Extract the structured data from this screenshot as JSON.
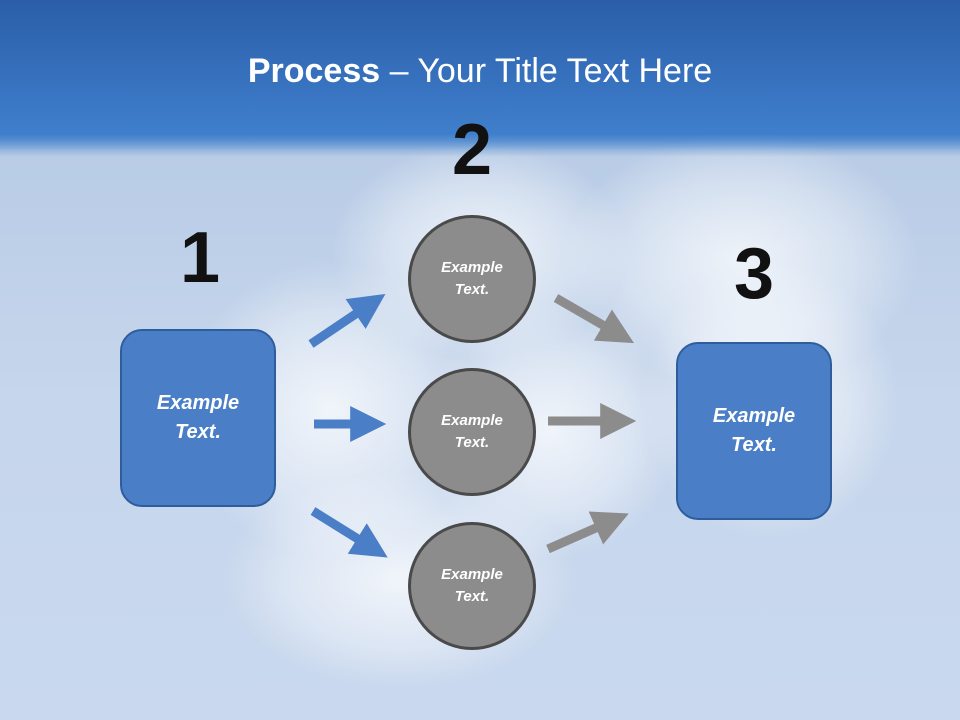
{
  "slide": {
    "title_bold": "Process",
    "title_rest": " – Your Title Text Here"
  },
  "steps": {
    "step1_number": "1",
    "step2_number": "2",
    "step3_number": "3"
  },
  "nodes": {
    "left_box": "Example Text.",
    "circle_top": "Example Text.",
    "circle_middle": "Example Text.",
    "circle_bottom": "Example Text.",
    "right_box": "Example Text."
  },
  "colors": {
    "box_fill": "#4a7fc8",
    "circle_fill": "#8c8c8c",
    "blue_arrow": "#4a7fc8",
    "gray_arrow": "#8c8c8c",
    "title_bar": "#3670bd"
  }
}
